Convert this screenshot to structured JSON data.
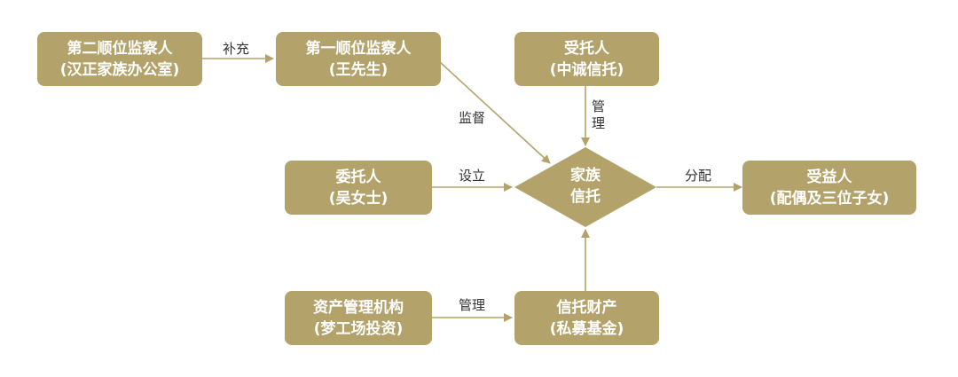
{
  "nodes": {
    "second_supervisor": {
      "line1": "第二顺位监察人",
      "line2": "(汉正家族办公室)"
    },
    "first_supervisor": {
      "line1": "第一顺位监察人",
      "line2": "(王先生)"
    },
    "trustee": {
      "line1": "受托人",
      "line2": "(中诚信托)"
    },
    "settlor": {
      "line1": "委托人",
      "line2": "(吴女士)"
    },
    "family_trust": {
      "line1": "家族",
      "line2": "信托"
    },
    "beneficiary": {
      "line1": "受益人",
      "line2": "(配偶及三位子女)"
    },
    "asset_manager": {
      "line1": "资产管理机构",
      "line2": "(梦工场投资)"
    },
    "trust_property": {
      "line1": "信托财产",
      "line2": "(私募基金)"
    }
  },
  "edges": {
    "supplement": "补充",
    "supervise": "监督",
    "manage_trustee": "管理",
    "establish": "设立",
    "distribute": "分配",
    "manage_assets": "管理"
  },
  "colors": {
    "node_fill": "#b3a36b",
    "arrow": "#b3a36b",
    "label_text": "#333333"
  }
}
